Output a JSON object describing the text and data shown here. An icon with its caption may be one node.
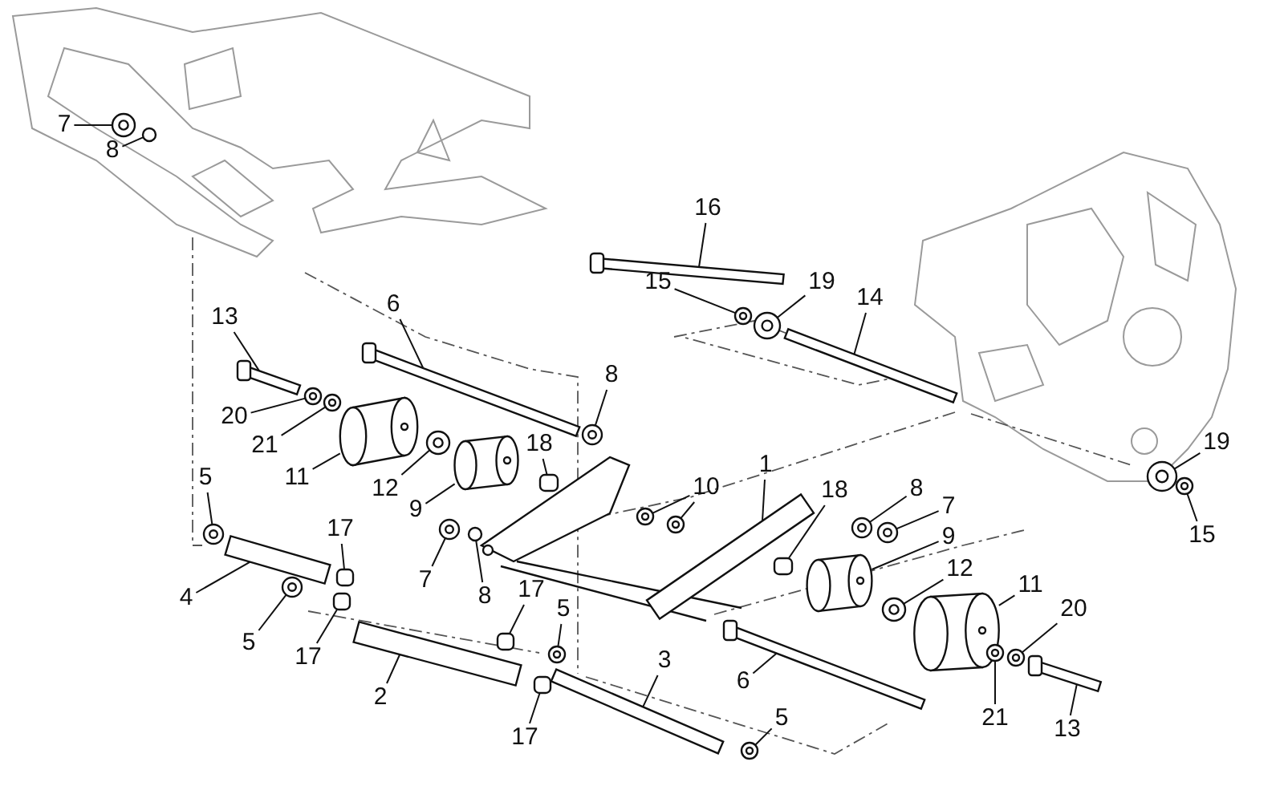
{
  "diagram": {
    "nodes": [
      {
        "text": [
          "7"
        ]
      },
      {
        "text": [
          "8"
        ]
      },
      {
        "text": [
          "16"
        ]
      },
      {
        "text": [
          "15"
        ]
      },
      {
        "text": [
          "19"
        ]
      },
      {
        "text": [
          "14"
        ]
      },
      {
        "text": [
          "6"
        ]
      },
      {
        "text": [
          "13"
        ]
      },
      {
        "text": [
          "8"
        ]
      },
      {
        "text": [
          "20"
        ]
      },
      {
        "text": [
          "21"
        ]
      },
      {
        "text": [
          "11"
        ]
      },
      {
        "text": [
          "18"
        ]
      },
      {
        "text": [
          "12"
        ]
      },
      {
        "text": [
          "9"
        ]
      },
      {
        "text": [
          "5"
        ]
      },
      {
        "text": [
          "10"
        ]
      },
      {
        "text": [
          "1"
        ]
      },
      {
        "text": [
          "18"
        ]
      },
      {
        "text": [
          "8"
        ]
      },
      {
        "text": [
          "7"
        ]
      },
      {
        "text": [
          "9"
        ]
      },
      {
        "text": [
          "12"
        ]
      },
      {
        "text": [
          "11"
        ]
      },
      {
        "text": [
          "20"
        ]
      },
      {
        "text": [
          "19"
        ]
      },
      {
        "text": [
          "15"
        ]
      },
      {
        "text": [
          "7"
        ]
      },
      {
        "text": [
          "8"
        ]
      },
      {
        "text": [
          "17"
        ]
      },
      {
        "text": [
          "4"
        ]
      },
      {
        "text": [
          "17"
        ]
      },
      {
        "text": [
          "5"
        ]
      },
      {
        "text": [
          "5"
        ]
      },
      {
        "text": [
          "17"
        ]
      },
      {
        "text": [
          "2"
        ]
      },
      {
        "text": [
          "3"
        ]
      },
      {
        "text": [
          "6"
        ]
      },
      {
        "text": [
          "17"
        ]
      },
      {
        "text": [
          "21"
        ]
      },
      {
        "text": [
          "13"
        ]
      },
      {
        "text": [
          "5"
        ]
      },
      {
        "text": [],
        "shape": "circle"
      },
      {
        "text": [],
        "shape": "circle"
      },
      {
        "text": [],
        "shape": "bar"
      },
      {
        "text": [],
        "shape": "circle"
      },
      {
        "text": [],
        "shape": "circle"
      },
      {
        "text": [],
        "shape": "bar"
      },
      {
        "text": [],
        "shape": "bar"
      },
      {
        "text": [],
        "shape": "bar"
      },
      {
        "text": [],
        "shape": "circle"
      },
      {
        "text": [],
        "shape": "circle"
      },
      {
        "text": [],
        "shape": "circle"
      },
      {
        "text": [],
        "shape": "cylinder"
      },
      {
        "text": [],
        "shape": "box"
      },
      {
        "text": [],
        "shape": "circle"
      },
      {
        "text": [],
        "shape": "cylinder"
      },
      {
        "text": [],
        "shape": "circle"
      },
      {
        "text": [],
        "shape": "circle"
      },
      {
        "text": [],
        "shape": "circle"
      },
      {
        "text": [],
        "shape": "bar"
      },
      {
        "text": [],
        "shape": "box"
      },
      {
        "text": [],
        "shape": "circle"
      },
      {
        "text": [],
        "shape": "circle"
      },
      {
        "text": [],
        "shape": "cylinder"
      },
      {
        "text": [],
        "shape": "circle"
      },
      {
        "text": [],
        "shape": "cylinder"
      },
      {
        "text": [],
        "shape": "circle"
      },
      {
        "text": [],
        "shape": "circle"
      },
      {
        "text": [],
        "shape": "circle"
      },
      {
        "text": [],
        "shape": "circle"
      },
      {
        "text": [],
        "shape": "circle"
      },
      {
        "text": [],
        "shape": "box"
      },
      {
        "text": [],
        "shape": "bar"
      },
      {
        "text": [],
        "shape": "box"
      },
      {
        "text": [],
        "shape": "circle"
      },
      {
        "text": [],
        "shape": "circle"
      },
      {
        "text": [],
        "shape": "box"
      },
      {
        "text": [],
        "shape": "bar"
      },
      {
        "text": [],
        "shape": "bar"
      },
      {
        "text": [],
        "shape": "bar"
      },
      {
        "text": [],
        "shape": "box"
      },
      {
        "text": [],
        "shape": "circle"
      },
      {
        "text": [],
        "shape": "bar"
      },
      {
        "text": [],
        "shape": "circle"
      }
    ],
    "edges": [
      {
        "from": 0,
        "to": 42,
        "arrow": "none"
      },
      {
        "from": 1,
        "to": 43,
        "arrow": "none"
      },
      {
        "from": 2,
        "to": 44,
        "arrow": "none"
      },
      {
        "from": 3,
        "to": 45,
        "arrow": "none"
      },
      {
        "from": 4,
        "to": 46,
        "arrow": "none"
      },
      {
        "from": 5,
        "to": 47,
        "arrow": "none"
      },
      {
        "from": 6,
        "to": 48,
        "arrow": "none"
      },
      {
        "from": 7,
        "to": 49,
        "arrow": "none"
      },
      {
        "from": 8,
        "to": 50,
        "arrow": "none"
      },
      {
        "from": 9,
        "to": 51,
        "arrow": "none"
      },
      {
        "from": 10,
        "to": 52,
        "arrow": "none"
      },
      {
        "from": 11,
        "to": 53,
        "arrow": "none"
      },
      {
        "from": 12,
        "to": 54,
        "arrow": "none"
      },
      {
        "from": 13,
        "to": 55,
        "arrow": "none"
      },
      {
        "from": 14,
        "to": 56,
        "arrow": "none"
      },
      {
        "from": 15,
        "to": 57,
        "arrow": "none"
      },
      {
        "from": 16,
        "to": 58,
        "arrow": "none"
      },
      {
        "from": 16,
        "to": 59,
        "arrow": "none"
      },
      {
        "from": 17,
        "to": 60,
        "arrow": "none"
      },
      {
        "from": 18,
        "to": 61,
        "arrow": "none"
      },
      {
        "from": 19,
        "to": 62,
        "arrow": "none"
      },
      {
        "from": 20,
        "to": 63,
        "arrow": "none"
      },
      {
        "from": 21,
        "to": 64,
        "arrow": "none"
      },
      {
        "from": 22,
        "to": 65,
        "arrow": "none"
      },
      {
        "from": 23,
        "to": 66,
        "arrow": "none"
      },
      {
        "from": 24,
        "to": 67,
        "arrow": "none"
      },
      {
        "from": 25,
        "to": 68,
        "arrow": "none"
      },
      {
        "from": 26,
        "to": 69,
        "arrow": "none"
      },
      {
        "from": 27,
        "to": 70,
        "arrow": "none"
      },
      {
        "from": 28,
        "to": 71,
        "arrow": "none"
      },
      {
        "from": 29,
        "to": 72,
        "arrow": "none"
      },
      {
        "from": 30,
        "to": 73,
        "arrow": "none"
      },
      {
        "from": 31,
        "to": 74,
        "arrow": "none"
      },
      {
        "from": 32,
        "to": 75,
        "arrow": "none"
      },
      {
        "from": 33,
        "to": 76,
        "arrow": "none"
      },
      {
        "from": 34,
        "to": 77,
        "arrow": "none"
      },
      {
        "from": 35,
        "to": 78,
        "arrow": "none"
      },
      {
        "from": 36,
        "to": 79,
        "arrow": "none"
      },
      {
        "from": 37,
        "to": 80,
        "arrow": "none"
      },
      {
        "from": 38,
        "to": 81,
        "arrow": "none"
      },
      {
        "from": 39,
        "to": 82,
        "arrow": "none"
      },
      {
        "from": 40,
        "to": 83,
        "arrow": "none"
      },
      {
        "from": 41,
        "to": 84,
        "arrow": "none"
      }
    ]
  }
}
